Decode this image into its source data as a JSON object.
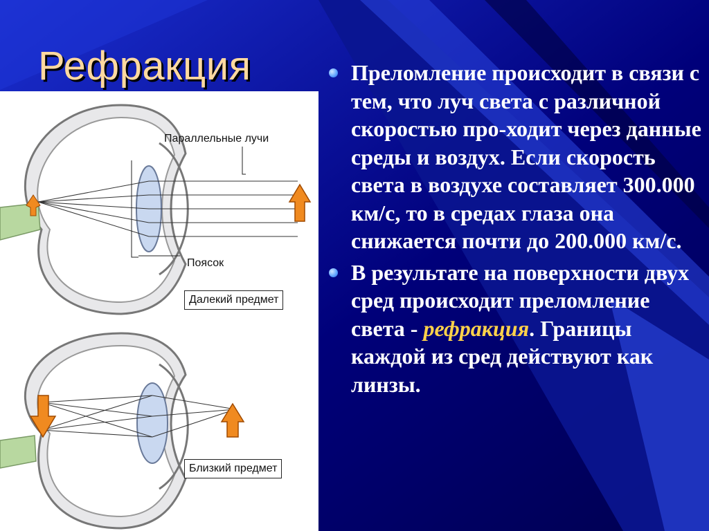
{
  "slide": {
    "title": "Рефракция",
    "colors": {
      "background": "#00007a",
      "title": "#ffd9a0",
      "text": "#ffffff",
      "highlight": "#ffd24a",
      "bullet": "#5aa0ff"
    }
  },
  "figure": {
    "labels": {
      "parallel_rays": "Параллельные лучи",
      "zonule": "Поясок",
      "far_object": "Далекий предмет",
      "near_object": "Близкий предмет"
    }
  },
  "bullets": [
    {
      "text": "Преломление происходит в связи с тем, что луч света с различной скоростью про-ходит через данные среды и воздух. Если скорость света в воздухе составляет 300.000 км/с, то в средах глаза она снижается почти до 200.000 км/с."
    },
    {
      "text_before": "В результате на поверхности двух сред происходит преломление света - ",
      "highlight": "рефракция",
      "text_after": ". Границы каждой из сред действуют как линзы."
    }
  ]
}
